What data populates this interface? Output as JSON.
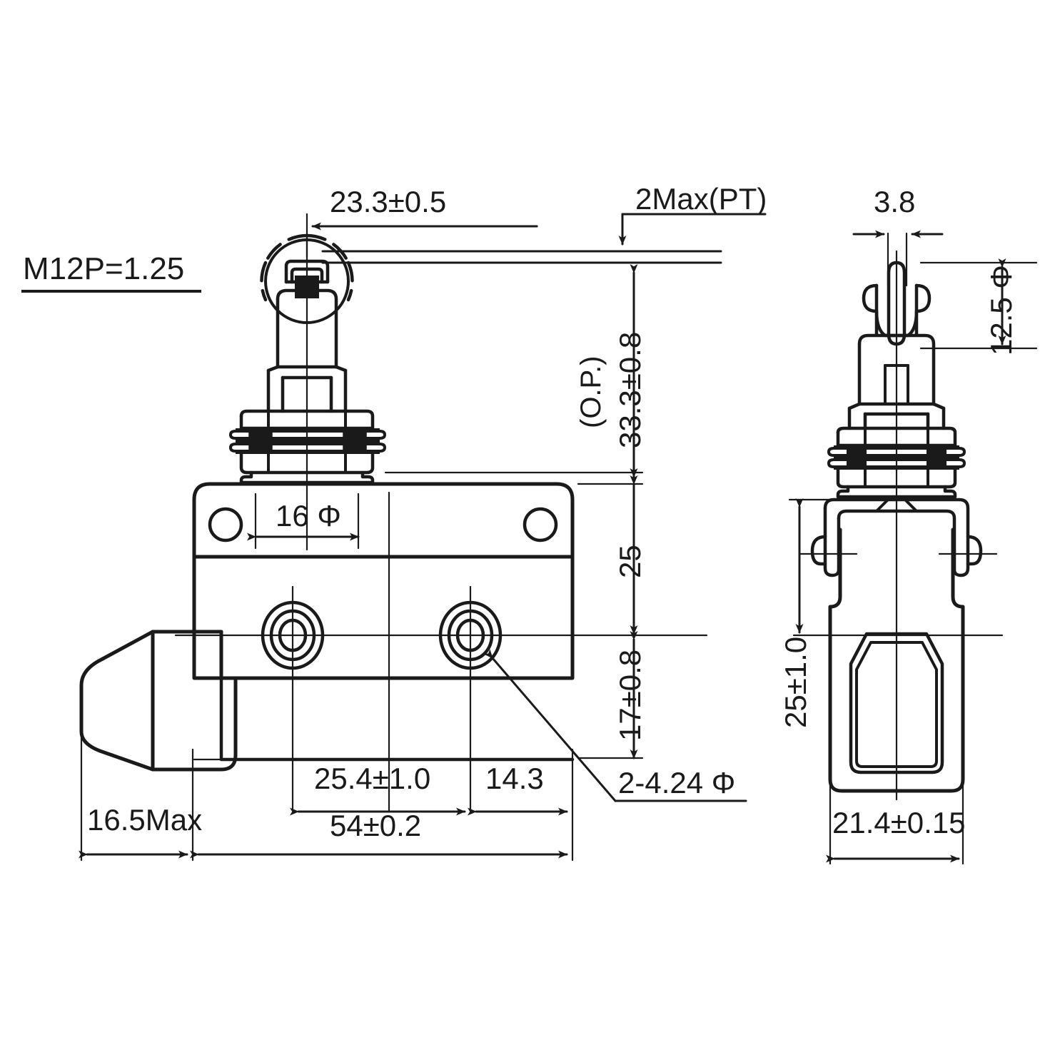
{
  "drawing": {
    "type": "engineering-dimension-drawing",
    "subject": "Roller plunger limit switch (basic switch) outline dimensions",
    "units": "mm",
    "line_color": "#1a1a1a",
    "background": "#ffffff"
  },
  "views": [
    {
      "id": "front-view",
      "name": "Front view (roller plunger actuator)"
    },
    {
      "id": "side-view",
      "name": "Side view (roller edge-on, mounting bracket)"
    }
  ],
  "annotations": {
    "thread_spec": "M12P=1.25",
    "roller_offset": "23.3±0.5",
    "pretravel": "2Max(PT)",
    "op_prefix": "(O.P.)",
    "op_height": "33.3±0.8",
    "roller_width": "3.8",
    "roller_diameter": "12.5 Φ",
    "plunger_hole_dia": "16 Φ",
    "body_height_upper": "25",
    "body_height_lower": "17±0.8",
    "terminal_pitch": "25.4±1.0",
    "terminal_edge": "14.3",
    "body_length": "54±0.2",
    "lever_projection": "16.5Max",
    "terminal_hole_note": "2-4.24 Φ",
    "bracket_height": "25±1.0",
    "body_width": "21.4±0.15"
  }
}
